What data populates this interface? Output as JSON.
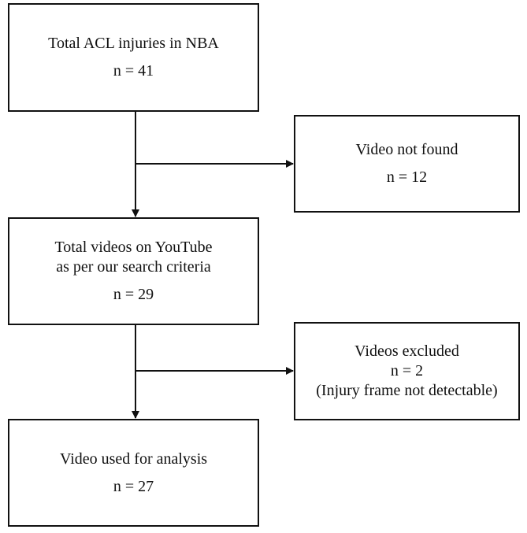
{
  "flowchart": {
    "nodes": [
      {
        "id": "total-acl",
        "lines": [
          "Total ACL injuries in NBA"
        ],
        "n": "n = 41"
      },
      {
        "id": "video-not-found",
        "lines": [
          "Video not found"
        ],
        "n": "n = 12"
      },
      {
        "id": "total-videos",
        "lines": [
          "Total videos on YouTube",
          "as per our search criteria"
        ],
        "n": "n = 29"
      },
      {
        "id": "videos-excluded",
        "lines": [
          "Videos excluded"
        ],
        "n": "n = 2",
        "note": "(Injury frame not detectable)"
      },
      {
        "id": "video-used",
        "lines": [
          "Video used for analysis"
        ],
        "n": "n = 27"
      }
    ],
    "edges": [
      {
        "from": "total-acl",
        "to": "total-videos"
      },
      {
        "from": "total-acl",
        "to": "video-not-found"
      },
      {
        "from": "total-videos",
        "to": "video-used"
      },
      {
        "from": "total-videos",
        "to": "videos-excluded"
      }
    ]
  }
}
